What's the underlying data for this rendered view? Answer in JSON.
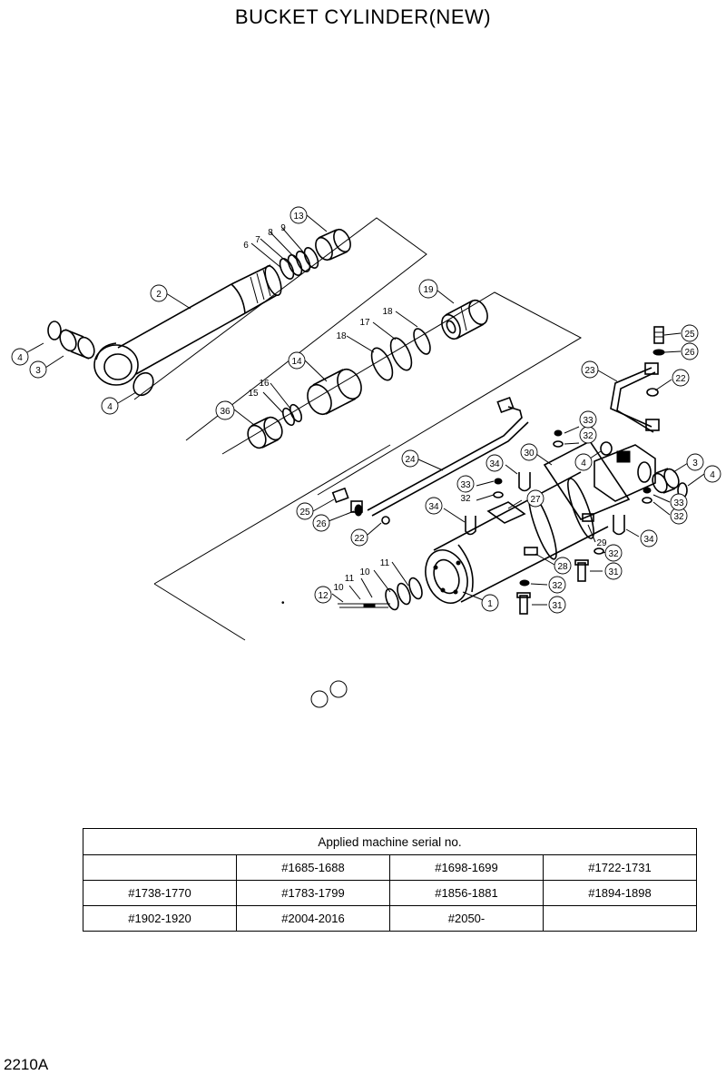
{
  "title": "BUCKET CYLINDER(NEW)",
  "page_code": "2210A",
  "callouts": [
    {
      "id": "c1",
      "label": "1"
    },
    {
      "id": "c2",
      "label": "2"
    },
    {
      "id": "c3a",
      "label": "3"
    },
    {
      "id": "c3b",
      "label": "3"
    },
    {
      "id": "c4a",
      "label": "4"
    },
    {
      "id": "c4b",
      "label": "4"
    },
    {
      "id": "c4c",
      "label": "4"
    },
    {
      "id": "c4d",
      "label": "4"
    },
    {
      "id": "c6",
      "label": "6"
    },
    {
      "id": "c7",
      "label": "7"
    },
    {
      "id": "c8",
      "label": "8"
    },
    {
      "id": "c9",
      "label": "9"
    },
    {
      "id": "c10a",
      "label": "10"
    },
    {
      "id": "c10b",
      "label": "10"
    },
    {
      "id": "c11a",
      "label": "11"
    },
    {
      "id": "c11b",
      "label": "11"
    },
    {
      "id": "c12",
      "label": "12"
    },
    {
      "id": "c13",
      "label": "13"
    },
    {
      "id": "c14",
      "label": "14"
    },
    {
      "id": "c15",
      "label": "15"
    },
    {
      "id": "c16",
      "label": "16"
    },
    {
      "id": "c17",
      "label": "17"
    },
    {
      "id": "c18a",
      "label": "18"
    },
    {
      "id": "c18b",
      "label": "18"
    },
    {
      "id": "c19",
      "label": "19"
    },
    {
      "id": "c22a",
      "label": "22"
    },
    {
      "id": "c22b",
      "label": "22"
    },
    {
      "id": "c23",
      "label": "23"
    },
    {
      "id": "c24",
      "label": "24"
    },
    {
      "id": "c25a",
      "label": "25"
    },
    {
      "id": "c25b",
      "label": "25"
    },
    {
      "id": "c26a",
      "label": "26"
    },
    {
      "id": "c26b",
      "label": "26"
    },
    {
      "id": "c27",
      "label": "27"
    },
    {
      "id": "c28",
      "label": "28"
    },
    {
      "id": "c29",
      "label": "29"
    },
    {
      "id": "c30",
      "label": "30"
    },
    {
      "id": "c31a",
      "label": "31"
    },
    {
      "id": "c31b",
      "label": "31"
    },
    {
      "id": "c32a",
      "label": "32"
    },
    {
      "id": "c32b",
      "label": "32"
    },
    {
      "id": "c32c",
      "label": "32"
    },
    {
      "id": "c32d",
      "label": "32"
    },
    {
      "id": "c32e",
      "label": "32"
    },
    {
      "id": "c33a",
      "label": "33"
    },
    {
      "id": "c33b",
      "label": "33"
    },
    {
      "id": "c33c",
      "label": "33"
    },
    {
      "id": "c34a",
      "label": "34"
    },
    {
      "id": "c34b",
      "label": "34"
    },
    {
      "id": "c34c",
      "label": "34"
    },
    {
      "id": "c36",
      "label": "36"
    }
  ],
  "serial_table": {
    "header": "Applied machine serial no.",
    "rows": [
      [
        "",
        "#1685-1688",
        "#1698-1699",
        "#1722-1731"
      ],
      [
        "#1738-1770",
        "#1783-1799",
        "#1856-1881",
        "#1894-1898"
      ],
      [
        "#1902-1920",
        "#2004-2016",
        "#2050-",
        ""
      ]
    ]
  }
}
